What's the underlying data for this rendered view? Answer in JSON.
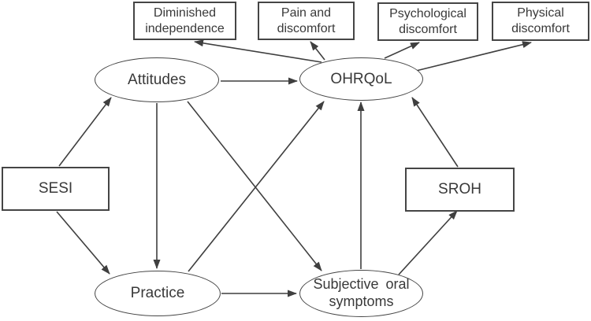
{
  "diagram": {
    "type": "path-model",
    "line_color": "#3f3f3f",
    "border_color": "#454545",
    "text_color": "#393939",
    "background_color": "#ffffff",
    "nodes": {
      "diminished_independence": {
        "label": "Diminished\nindependence",
        "shape": "rectangle"
      },
      "pain_and_discomfort": {
        "label": "Pain and\ndiscomfort",
        "shape": "rectangle"
      },
      "psychological_discomfort": {
        "label": "Psychological\ndiscomfort",
        "shape": "rectangle"
      },
      "physical_discomfort": {
        "label": "Physical\ndiscomfort",
        "shape": "rectangle"
      },
      "sesi": {
        "label": "SESI",
        "shape": "rectangle"
      },
      "sroh": {
        "label": "SROH",
        "shape": "rectangle"
      },
      "attitudes": {
        "label": "Attitudes",
        "shape": "ellipse"
      },
      "ohrqol": {
        "label": "OHRQoL",
        "shape": "ellipse"
      },
      "practice": {
        "label": "Practice",
        "shape": "ellipse"
      },
      "subjective_oral_symptoms": {
        "label": "Subjective oral\nsymptoms",
        "shape": "ellipse"
      }
    },
    "edges": [
      {
        "from": "ohrqol",
        "to": "diminished_independence"
      },
      {
        "from": "ohrqol",
        "to": "pain_and_discomfort"
      },
      {
        "from": "ohrqol",
        "to": "psychological_discomfort"
      },
      {
        "from": "ohrqol",
        "to": "physical_discomfort"
      },
      {
        "from": "attitudes",
        "to": "ohrqol"
      },
      {
        "from": "sesi",
        "to": "attitudes"
      },
      {
        "from": "sesi",
        "to": "practice"
      },
      {
        "from": "attitudes",
        "to": "practice"
      },
      {
        "from": "attitudes",
        "to": "subjective_oral_symptoms"
      },
      {
        "from": "practice",
        "to": "ohrqol"
      },
      {
        "from": "practice",
        "to": "subjective_oral_symptoms"
      },
      {
        "from": "subjective_oral_symptoms",
        "to": "ohrqol"
      },
      {
        "from": "subjective_oral_symptoms",
        "to": "sroh"
      },
      {
        "from": "sroh",
        "to": "ohrqol"
      }
    ]
  }
}
